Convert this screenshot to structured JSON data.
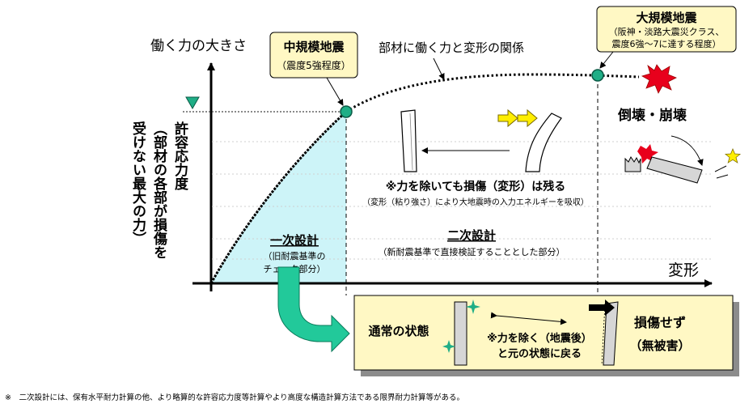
{
  "labels": {
    "y_axis_title": "働く力の大きさ",
    "x_axis_title": "変形",
    "curve_title": "部材に働く力と変形の関係",
    "allowable_stress_lines": [
      "許容応力度",
      "（部材の各部が損傷を",
      "受けない最大の力）"
    ],
    "medium_quake_title": "中規模地震",
    "medium_quake_sub": "（震度5強程度）",
    "large_quake_title": "大規模地震",
    "large_quake_sub1": "（阪神・淡路大震災クラス、",
    "large_quake_sub2": "震度6強～7に達する程度）",
    "collapse": "倒壊・崩壊",
    "residual_note": "※力を除いても損傷（変形）は残る",
    "residual_sub": "（変形（粘り強さ）により大地震時の入力エネルギーを吸収）",
    "primary_design": "一次設計",
    "primary_sub1": "（旧耐震基準の",
    "primary_sub2": "チェック部分）",
    "secondary_design": "二次設計",
    "secondary_sub": "（新耐震基準で直接検証することとした部分）",
    "normal_state": "通常の状態",
    "remove_force1": "※力を除く（地震後）",
    "remove_force2": "と元の状態に戻る",
    "no_damage1": "損傷せず",
    "no_damage2": "（無被害）",
    "footnote": "※　二次設計には、保有水平耐力計算の他、より略算的な許容応力度等計算やより高度な構造計算方法である限界耐力計算等がある。"
  },
  "colors": {
    "elastic_fill": "#cdf4f8",
    "marker_green": "#1fae86",
    "arrow_green": "#22c99a",
    "callout_bg": "#fff8c4",
    "burst_red": "#e8001c",
    "arrow_yellow": "#ffee00",
    "pillar_gray": "#d6d6d6"
  }
}
